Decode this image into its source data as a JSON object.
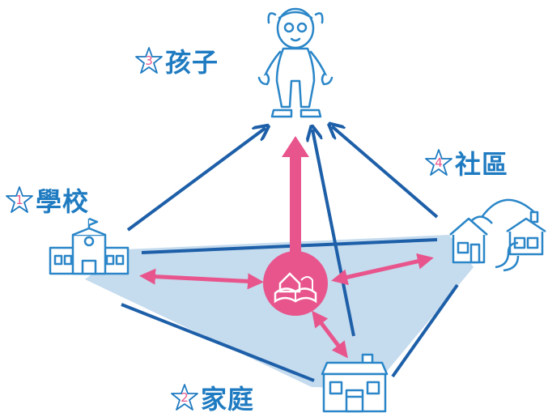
{
  "nodes": {
    "child": {
      "number": "3",
      "label": "孩子"
    },
    "school": {
      "number": "1",
      "label": "學校"
    },
    "community": {
      "number": "4",
      "label": "社區"
    },
    "family": {
      "number": "2",
      "label": "家庭"
    }
  },
  "colors": {
    "blue": "#1d5fa8",
    "pink": "#e8558c",
    "light_blue": "#c5dbee",
    "label_blue": "#1f7bc1",
    "icon_stroke": "#2a86c8"
  },
  "icons": {
    "child": "child-figure-icon",
    "school": "school-building-icon",
    "community": "community-houses-icon",
    "family": "family-house-icon",
    "center": "open-book-house-icon"
  }
}
